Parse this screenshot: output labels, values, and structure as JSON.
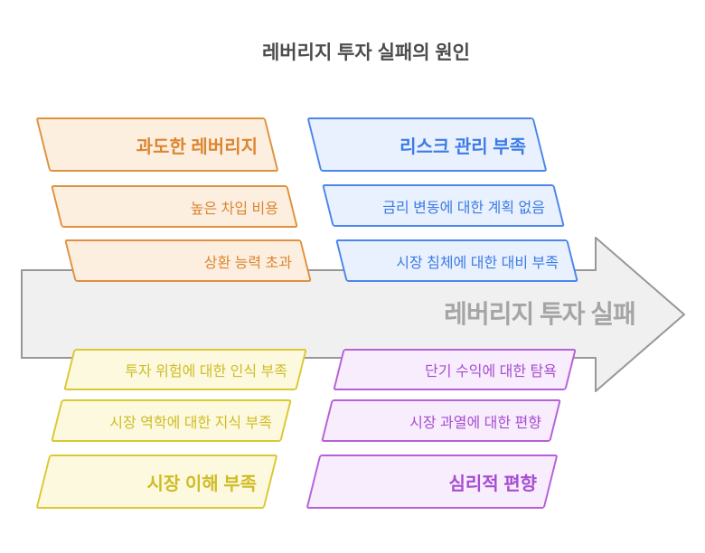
{
  "title": "레버리지 투자 실패의 원인",
  "arrow": {
    "label": "레버리지 투자 실패",
    "fill": "#F0F0F0",
    "stroke": "#979797",
    "label_color": "#A5A5A5"
  },
  "groups": [
    {
      "id": "excessive-leverage",
      "label": "과도한 레버리지",
      "position": "top-left",
      "accent_color": "#E0913F",
      "fill_color": "#FCEFE0",
      "items": [
        "높은 차입 비용",
        "상환 능력 초과"
      ]
    },
    {
      "id": "risk-management-lack",
      "label": "리스크 관리 부족",
      "position": "top-right",
      "accent_color": "#4C85EC",
      "fill_color": "#E9F1FE",
      "items": [
        "금리 변동에 대한 계획 없음",
        "시장 침체에 대한 대비 부족"
      ]
    },
    {
      "id": "market-understanding-lack",
      "label": "시장 이해 부족",
      "position": "bottom-left",
      "accent_color": "#D9C933",
      "fill_color": "#FCF9DE",
      "items": [
        "투자 위험에 대한 인식 부족",
        "시장 역학에 대한 지식 부족"
      ]
    },
    {
      "id": "psychological-bias",
      "label": "심리적 편향",
      "position": "bottom-right",
      "accent_color": "#B660DA",
      "fill_color": "#F8EDFC",
      "items": [
        "단기 수익에 대한 탐욕",
        "시장 과열에 대한 편향"
      ]
    }
  ],
  "colors": {
    "title_text": "#4C4C4C",
    "background": "#FFFFFF"
  }
}
